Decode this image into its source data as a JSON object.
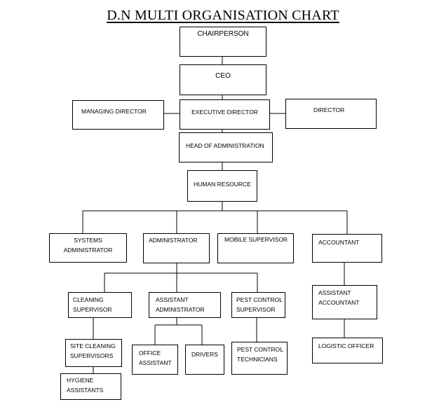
{
  "title": "D.N MULTI ORGANISATION CHART",
  "nodes": {
    "chairperson": "CHAIRPERSON",
    "ceo": "CEO",
    "managing_director": "MANAGING DIRECTOR",
    "executive_director": "EXECUTIVE DIRECTOR",
    "director": "DIRECTOR",
    "head_of_administration": "HEAD OF ADMINISTRATION",
    "human_resource": "HUMAN RESOURCE",
    "systems_administrator": "SYSTEMS\nADMINISTRATOR",
    "administrator": "ADMINISTRATOR",
    "mobile_supervisor": "MOBILE SUPERVISOR",
    "accountant": "ACCOUNTANT",
    "cleaning_supervisor": "CLEANING\nSUPERVISOR",
    "assistant_administrator": "ASSISTANT\nADMINISTRATOR",
    "pest_control_supervisor": "PEST CONTROL\nSUPERVISOR",
    "assistant_accountant": "ASSISTANT\nACCOUNTANT",
    "site_cleaning_supervisors": "SITE CLEANING\nSUPERVISORS",
    "office_assistant": "OFFICE\nASSISTANT",
    "drivers": "DRIVERS",
    "pest_control_technicians": "PEST CONTROL\nTECHNICIANS",
    "logistic_officer": "LOGISTIC OFFICER",
    "hygiene_assistants": "HYGIENE\nASSISTANTS"
  }
}
